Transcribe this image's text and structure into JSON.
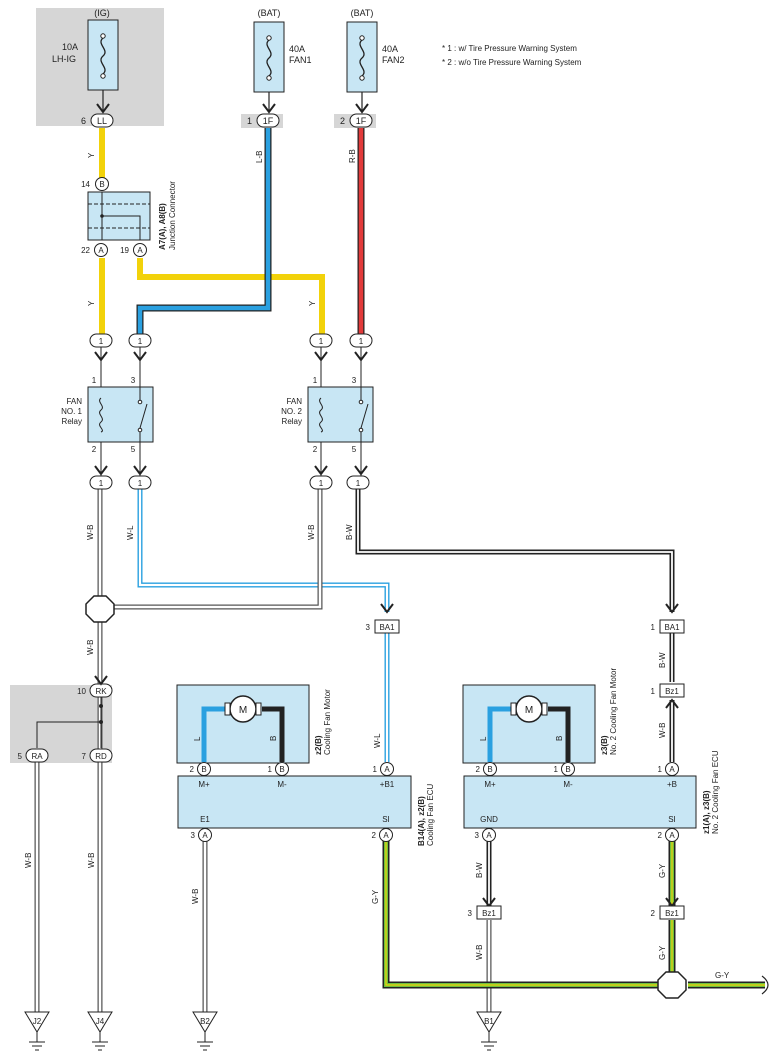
{
  "legend": [
    "* 1 : w/ Tire Pressure Warning System",
    "* 2 : w/o Tire Pressure Warning System"
  ],
  "power": {
    "ig": {
      "source": "(IG)",
      "amp": "10A",
      "name": "LH-IG",
      "pin": "6",
      "conn": "LL"
    },
    "fan1": {
      "source": "(BAT)",
      "amp": "40A",
      "name": "FAN1",
      "pin": "1",
      "conn": "1F"
    },
    "fan2": {
      "source": "(BAT)",
      "amp": "40A",
      "name": "FAN2",
      "pin": "2",
      "conn": "1F"
    }
  },
  "colors": {
    "Y": "#f2d20a",
    "L": "#2aa0e0",
    "R": "#e23a3a",
    "G": "#6fc23c",
    "fill": "#c8e6f4",
    "gray": "#d6d6d6"
  },
  "junction": {
    "code": "A7(A), A8(B)",
    "name": "Junction Connector",
    "pins": {
      "top": "14",
      "top_conn": "B",
      "left": "22",
      "left_conn": "A",
      "right": "19",
      "right_conn": "A"
    }
  },
  "relay1": {
    "name_line1": "FAN",
    "name_line2": "NO. 1",
    "name_line3": "Relay",
    "p1": "1",
    "p2": "2",
    "p3": "3",
    "p5": "5"
  },
  "relay2": {
    "name_line1": "FAN",
    "name_line2": "NO. 2",
    "name_line3": "Relay",
    "p1": "1",
    "p2": "2",
    "p3": "3",
    "p5": "5"
  },
  "one": "1",
  "wires": {
    "y1": "Y",
    "lb": "L-B",
    "rb": "R-B",
    "y2": "Y",
    "y3": "Y",
    "wb1": "W-B",
    "wl1": "W-L",
    "wb2": "W-B",
    "bw1": "B-W",
    "wb3": "W-B",
    "bw2": "B-W",
    "wl2": "W-L",
    "wb4": "W-B",
    "wb5": "W-B",
    "gy1": "G-Y",
    "bw3": "B-W",
    "gy2": "G-Y",
    "wb6": "W-B",
    "gy3": "G-Y",
    "gy4": "G-Y",
    "wb7": "W-B",
    "wb8": "W-B"
  },
  "connectors": {
    "ba1": {
      "pin": "3",
      "name": "BA1"
    },
    "ba1b": {
      "pin": "1",
      "name": "BA1"
    },
    "bz1a": {
      "pin": "1",
      "name": "Bz1"
    },
    "bz1b": {
      "pin": "3",
      "name": "Bz1"
    },
    "bz1c": {
      "pin": "2",
      "name": "Bz1"
    },
    "rk": {
      "pin": "10",
      "name": "RK"
    },
    "ra": {
      "pin": "5",
      "name": "RA"
    },
    "rd": {
      "pin": "7",
      "name": "RD"
    }
  },
  "motor1": {
    "code": "z2(B)",
    "name": "Cooling Fan Motor",
    "symbol": "M",
    "l": "L",
    "b": "B"
  },
  "motor2": {
    "code": "z3(B)",
    "name": "No. 2 Cooling Fan Motor",
    "symbol": "M",
    "l": "L",
    "b": "B"
  },
  "ecu1": {
    "code": "B14(A), z2(B)",
    "name": "Cooling Fan ECU",
    "mplus": "M+",
    "mminus": "M-",
    "b1": "+B1",
    "e1": "E1",
    "si": "SI",
    "p2": "2",
    "p2c": "B",
    "p1": "1",
    "p1c": "B",
    "p1r": "1",
    "p1rc": "A",
    "p3": "3",
    "p3c": "A",
    "p2b": "2",
    "p2bc": "A"
  },
  "ecu2": {
    "code": "z1(A), z3(B)",
    "name": "No. 2 Cooling Fan ECU",
    "mplus": "M+",
    "mminus": "M-",
    "b": "+B",
    "gnd": "GND",
    "si": "SI",
    "p2": "2",
    "p2c": "B",
    "p1": "1",
    "p1c": "B",
    "p1r": "1",
    "p1rc": "A",
    "p3": "3",
    "p3c": "A",
    "p2b": "2",
    "p2bc": "A"
  },
  "grounds": {
    "j2": "J2",
    "j4": "J4",
    "b2": "B2",
    "b1": "B1"
  }
}
